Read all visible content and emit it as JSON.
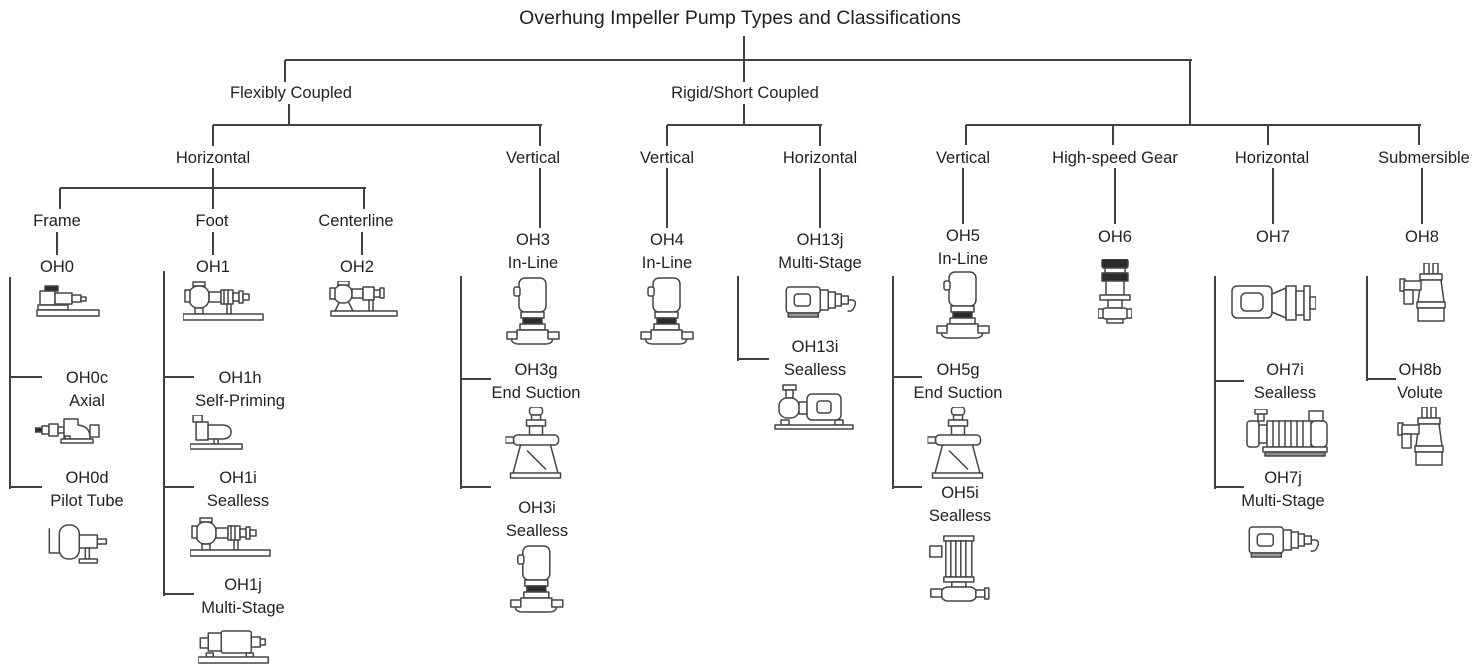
{
  "title": "Overhung Impeller Pump Types and Classifications",
  "groups": {
    "flexibly_coupled": {
      "label": "Flexibly Coupled"
    },
    "rigid_short_coupled": {
      "label": "Rigid/Short Coupled"
    }
  },
  "orientations": {
    "fc_horizontal": {
      "label": "Horizontal"
    },
    "fc_vertical": {
      "label": "Vertical"
    },
    "rsc_vertical": {
      "label": "Vertical"
    },
    "rsc_horizontal": {
      "label": "Horizontal"
    },
    "cc_vertical": {
      "label": "Vertical"
    },
    "cc_high_speed_gear": {
      "label": "High-speed Gear"
    },
    "cc_horizontal": {
      "label": "Horizontal"
    },
    "cc_submersible": {
      "label": "Submersible"
    }
  },
  "mounts": {
    "frame": {
      "label": "Frame"
    },
    "foot": {
      "label": "Foot"
    },
    "centerline": {
      "label": "Centerline"
    }
  },
  "pumps": {
    "oh0": {
      "label": "OH0",
      "sublabel": "",
      "icon": "frame-mounted-pump-icon"
    },
    "oh0c": {
      "label": "OH0c",
      "sublabel": "Axial",
      "icon": "axial-flow-pump-icon"
    },
    "oh0d": {
      "label": "OH0d",
      "sublabel": "Pilot Tube",
      "icon": "pilot-tube-pump-icon"
    },
    "oh1": {
      "label": "OH1",
      "sublabel": "",
      "icon": "foot-mounted-end-suction-pump-icon"
    },
    "oh1h": {
      "label": "OH1h",
      "sublabel": "Self-Priming",
      "icon": "self-priming-pump-icon"
    },
    "oh1i": {
      "label": "OH1i",
      "sublabel": "Sealless",
      "icon": "sealless-end-suction-pump-icon"
    },
    "oh1j": {
      "label": "OH1j",
      "sublabel": "Multi-Stage",
      "icon": "multi-stage-horizontal-pump-icon"
    },
    "oh2": {
      "label": "OH2",
      "sublabel": "",
      "icon": "centerline-mounted-pump-icon"
    },
    "oh3": {
      "label": "OH3",
      "sublabel": "In-Line",
      "icon": "vertical-in-line-pump-icon"
    },
    "oh3g": {
      "label": "OH3g",
      "sublabel": "End Suction",
      "icon": "vertical-end-suction-pump-icon"
    },
    "oh3i": {
      "label": "OH3i",
      "sublabel": "Sealless",
      "icon": "vertical-in-line-sealless-pump-icon"
    },
    "oh4": {
      "label": "OH4",
      "sublabel": "In-Line",
      "icon": "vertical-in-line-pump-icon"
    },
    "oh13j": {
      "label": "OH13j",
      "sublabel": "Multi-Stage",
      "icon": "close-coupled-multi-stage-pump-icon"
    },
    "oh13i": {
      "label": "OH13i",
      "sublabel": "Sealless",
      "icon": "close-coupled-sealless-pump-icon"
    },
    "oh5": {
      "label": "OH5",
      "sublabel": "In-Line",
      "icon": "vertical-in-line-pump-icon"
    },
    "oh5g": {
      "label": "OH5g",
      "sublabel": "End Suction",
      "icon": "vertical-end-suction-pump-icon"
    },
    "oh5i": {
      "label": "OH5i",
      "sublabel": "Sealless",
      "icon": "canned-motor-vertical-pump-icon"
    },
    "oh6": {
      "label": "OH6",
      "sublabel": "",
      "icon": "high-speed-gear-pump-icon"
    },
    "oh7": {
      "label": "OH7",
      "sublabel": "",
      "icon": "close-coupled-horizontal-pump-icon"
    },
    "oh7i": {
      "label": "OH7i",
      "sublabel": "Sealless",
      "icon": "sealless-multi-stage-pump-icon"
    },
    "oh7j": {
      "label": "OH7j",
      "sublabel": "Multi-Stage",
      "icon": "close-coupled-multi-stage-pump-icon"
    },
    "oh8": {
      "label": "OH8",
      "sublabel": "",
      "icon": "submersible-pump-icon"
    },
    "oh8b": {
      "label": "OH8b",
      "sublabel": "Volute",
      "icon": "submersible-volute-pump-icon"
    }
  },
  "line_color": "#414042"
}
